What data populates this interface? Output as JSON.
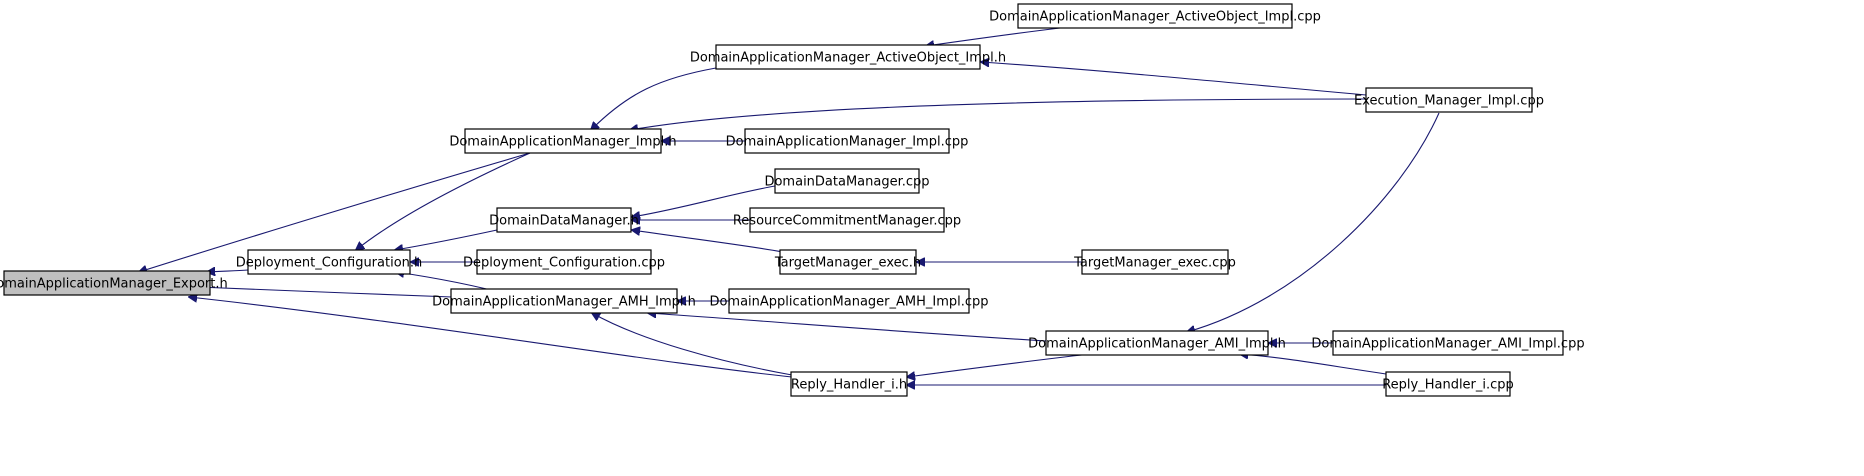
{
  "colors": {
    "edge": "#191970",
    "root_fill": "#bfbfbf",
    "node_fill": "#ffffff",
    "node_border": "#000000"
  },
  "nodes": [
    {
      "id": "export_h",
      "label": "DomainApplicationManager_Export.h",
      "root": true
    },
    {
      "id": "deploy_conf_h",
      "label": "Deployment_Configuration.h"
    },
    {
      "id": "dam_impl_h",
      "label": "DomainApplicationManager_Impl.h"
    },
    {
      "id": "dam_ao_impl_h",
      "label": "DomainApplicationManager_ActiveObject_Impl.h"
    },
    {
      "id": "dam_ao_impl_cpp",
      "label": "DomainApplicationManager_ActiveObject_Impl.cpp"
    },
    {
      "id": "exec_mgr_impl_cpp",
      "label": "Execution_Manager_Impl.cpp"
    },
    {
      "id": "dam_impl_cpp",
      "label": "DomainApplicationManager_Impl.cpp"
    },
    {
      "id": "ddm_h",
      "label": "DomainDataManager.h"
    },
    {
      "id": "ddm_cpp",
      "label": "DomainDataManager.cpp"
    },
    {
      "id": "rcm_cpp",
      "label": "ResourceCommitmentManager.cpp"
    },
    {
      "id": "tm_exec_h",
      "label": "TargetManager_exec.h"
    },
    {
      "id": "tm_exec_cpp",
      "label": "TargetManager_exec.cpp"
    },
    {
      "id": "deploy_conf_cpp",
      "label": "Deployment_Configuration.cpp"
    },
    {
      "id": "dam_amh_impl_h",
      "label": "DomainApplicationManager_AMH_Impl.h"
    },
    {
      "id": "dam_amh_impl_cpp",
      "label": "DomainApplicationManager_AMH_Impl.cpp"
    },
    {
      "id": "dam_ami_impl_h",
      "label": "DomainApplicationManager_AMI_Impl.h"
    },
    {
      "id": "dam_ami_impl_cpp",
      "label": "DomainApplicationManager_AMI_Impl.cpp"
    },
    {
      "id": "reply_handler_h",
      "label": "Reply_Handler_i.h"
    },
    {
      "id": "reply_handler_cpp",
      "label": "Reply_Handler_i.cpp"
    }
  ],
  "edges": [
    {
      "from": "deploy_conf_h",
      "to": "export_h"
    },
    {
      "from": "dam_impl_h",
      "to": "export_h"
    },
    {
      "from": "dam_amh_impl_h",
      "to": "export_h"
    },
    {
      "from": "reply_handler_h",
      "to": "export_h"
    },
    {
      "from": "dam_ao_impl_h",
      "to": "dam_impl_h"
    },
    {
      "from": "exec_mgr_impl_cpp",
      "to": "dam_impl_h"
    },
    {
      "from": "dam_impl_cpp",
      "to": "dam_impl_h"
    },
    {
      "from": "dam_ao_impl_cpp",
      "to": "dam_ao_impl_h"
    },
    {
      "from": "exec_mgr_impl_cpp",
      "to": "dam_ao_impl_h"
    },
    {
      "from": "dam_impl_h",
      "to": "deploy_conf_h"
    },
    {
      "from": "ddm_h",
      "to": "deploy_conf_h"
    },
    {
      "from": "deploy_conf_cpp",
      "to": "deploy_conf_h"
    },
    {
      "from": "dam_amh_impl_h",
      "to": "deploy_conf_h"
    },
    {
      "from": "ddm_cpp",
      "to": "ddm_h"
    },
    {
      "from": "rcm_cpp",
      "to": "ddm_h"
    },
    {
      "from": "tm_exec_h",
      "to": "ddm_h"
    },
    {
      "from": "tm_exec_cpp",
      "to": "tm_exec_h"
    },
    {
      "from": "dam_amh_impl_cpp",
      "to": "dam_amh_impl_h"
    },
    {
      "from": "dam_ami_impl_h",
      "to": "dam_amh_impl_h"
    },
    {
      "from": "reply_handler_h",
      "to": "dam_amh_impl_h"
    },
    {
      "from": "exec_mgr_impl_cpp",
      "to": "dam_ami_impl_h"
    },
    {
      "from": "dam_ami_impl_cpp",
      "to": "dam_ami_impl_h"
    },
    {
      "from": "reply_handler_cpp",
      "to": "dam_ami_impl_h"
    },
    {
      "from": "dam_ami_impl_h",
      "to": "reply_handler_h"
    },
    {
      "from": "reply_handler_cpp",
      "to": "reply_handler_h"
    }
  ]
}
